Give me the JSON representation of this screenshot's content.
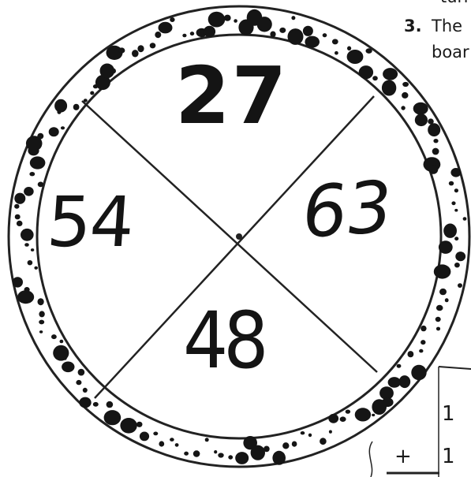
{
  "board": {
    "top_number": "27",
    "left_number": "54",
    "right_number": "63",
    "bottom_number": "48"
  },
  "instructions": {
    "cut_line": "turn",
    "step_number": "3.",
    "step_text_line1": "The",
    "step_text_line2": "boar"
  },
  "addition": {
    "line1": "1",
    "operator": "+",
    "line2": "1"
  }
}
